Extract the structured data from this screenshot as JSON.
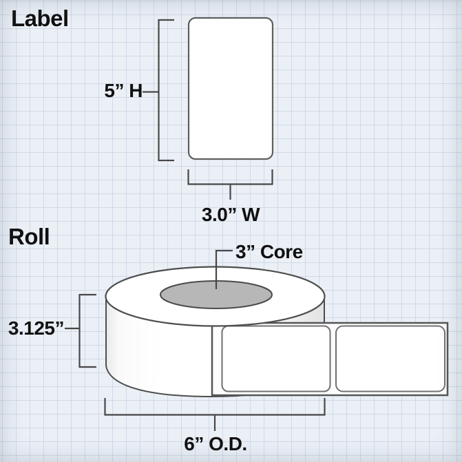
{
  "label_section": {
    "heading": "Label",
    "height": "5” H",
    "width": "3.0” W"
  },
  "roll_section": {
    "heading": "Roll",
    "core": "3” Core",
    "roll_width": "3.125”",
    "outer_diameter": "6” O.D."
  },
  "colors": {
    "background": "#ebf0f7",
    "grid_line": "#d7dfe9",
    "outline": "#4d4d4d",
    "dimension_line": "#474747",
    "label_fill": "#ffffff",
    "core_fill": "#b7b7b7",
    "text": "#101010"
  }
}
